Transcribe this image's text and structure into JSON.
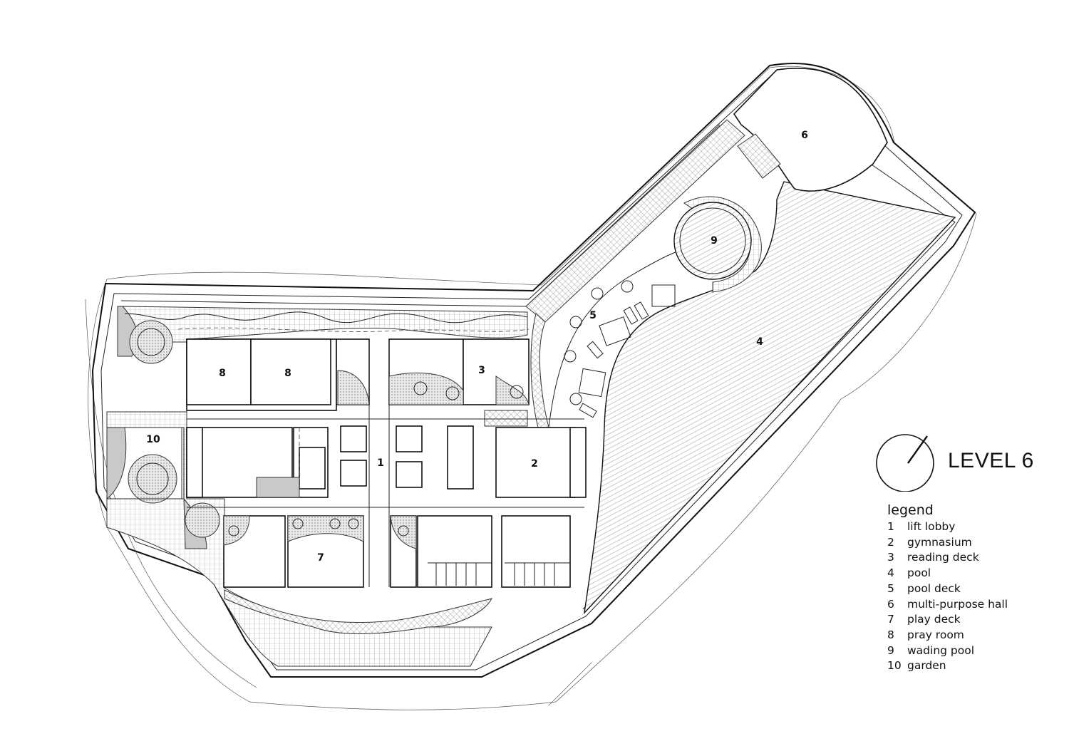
{
  "plan": {
    "title": "LEVEL 6",
    "zone_labels": [
      {
        "id": "lift-lobby",
        "number": "1"
      },
      {
        "id": "gymnasium",
        "number": "2"
      },
      {
        "id": "reading-deck",
        "number": "3"
      },
      {
        "id": "pool",
        "number": "4"
      },
      {
        "id": "pool-deck",
        "number": "5"
      },
      {
        "id": "multi-purpose-hall",
        "number": "6"
      },
      {
        "id": "play-deck",
        "number": "7"
      },
      {
        "id": "pray-room-a",
        "number": "8"
      },
      {
        "id": "pray-room-b",
        "number": "8"
      },
      {
        "id": "wading-pool",
        "number": "9"
      },
      {
        "id": "garden",
        "number": "10"
      }
    ]
  },
  "legend": {
    "title": "legend",
    "items": [
      {
        "key": "1",
        "label": "lift lobby"
      },
      {
        "key": "2",
        "label": "gymnasium"
      },
      {
        "key": "3",
        "label": "reading deck"
      },
      {
        "key": "4",
        "label": "pool"
      },
      {
        "key": "5",
        "label": "pool deck"
      },
      {
        "key": "6",
        "label": "multi-purpose hall"
      },
      {
        "key": "7",
        "label": "play deck"
      },
      {
        "key": "8",
        "label": "pray room"
      },
      {
        "key": "9",
        "label": "wading pool"
      },
      {
        "key": "10",
        "label": "garden"
      }
    ]
  },
  "colors": {
    "ink": "#111111",
    "background": "#ffffff",
    "shade": "#c9c9c9"
  },
  "icons": {
    "north_arrow": "north-arrow-icon"
  }
}
